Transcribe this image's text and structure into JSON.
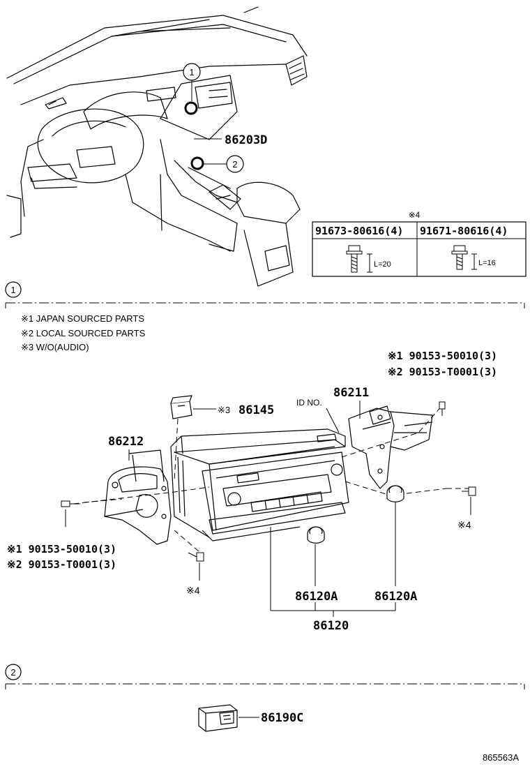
{
  "callouts": {
    "one": "1",
    "two": "2"
  },
  "top_labels": {
    "harness": "86203D"
  },
  "bolt_table": {
    "header_note": "※4",
    "cols": [
      {
        "part": "91673-80616(4)",
        "length": "L=20"
      },
      {
        "part": "91671-80616(4)",
        "length": "L=16"
      }
    ]
  },
  "legend": [
    "※1 JAPAN SOURCED PARTS",
    "※2 LOCAL SOURCED PARTS",
    "※3 W/O(AUDIO)"
  ],
  "section1": {
    "right_screw_1": "※1 90153-50010(3)",
    "right_screw_2": "※2 90153-T0001(3)",
    "id_no": "ID NO.",
    "bracket_right": "86211",
    "switch_note": "※3",
    "switch_part": "86145",
    "bracket_left": "86212",
    "left_screw_1": "※1 90153-50010(3)",
    "left_screw_2": "※2 90153-T0001(3)",
    "note4_right": "※4",
    "note4_left": "※4",
    "knob_left": "86120A",
    "knob_right": "86120A",
    "assembly": "86120"
  },
  "section2": {
    "switch_part": "86190C"
  },
  "illustration_id": "865563A"
}
